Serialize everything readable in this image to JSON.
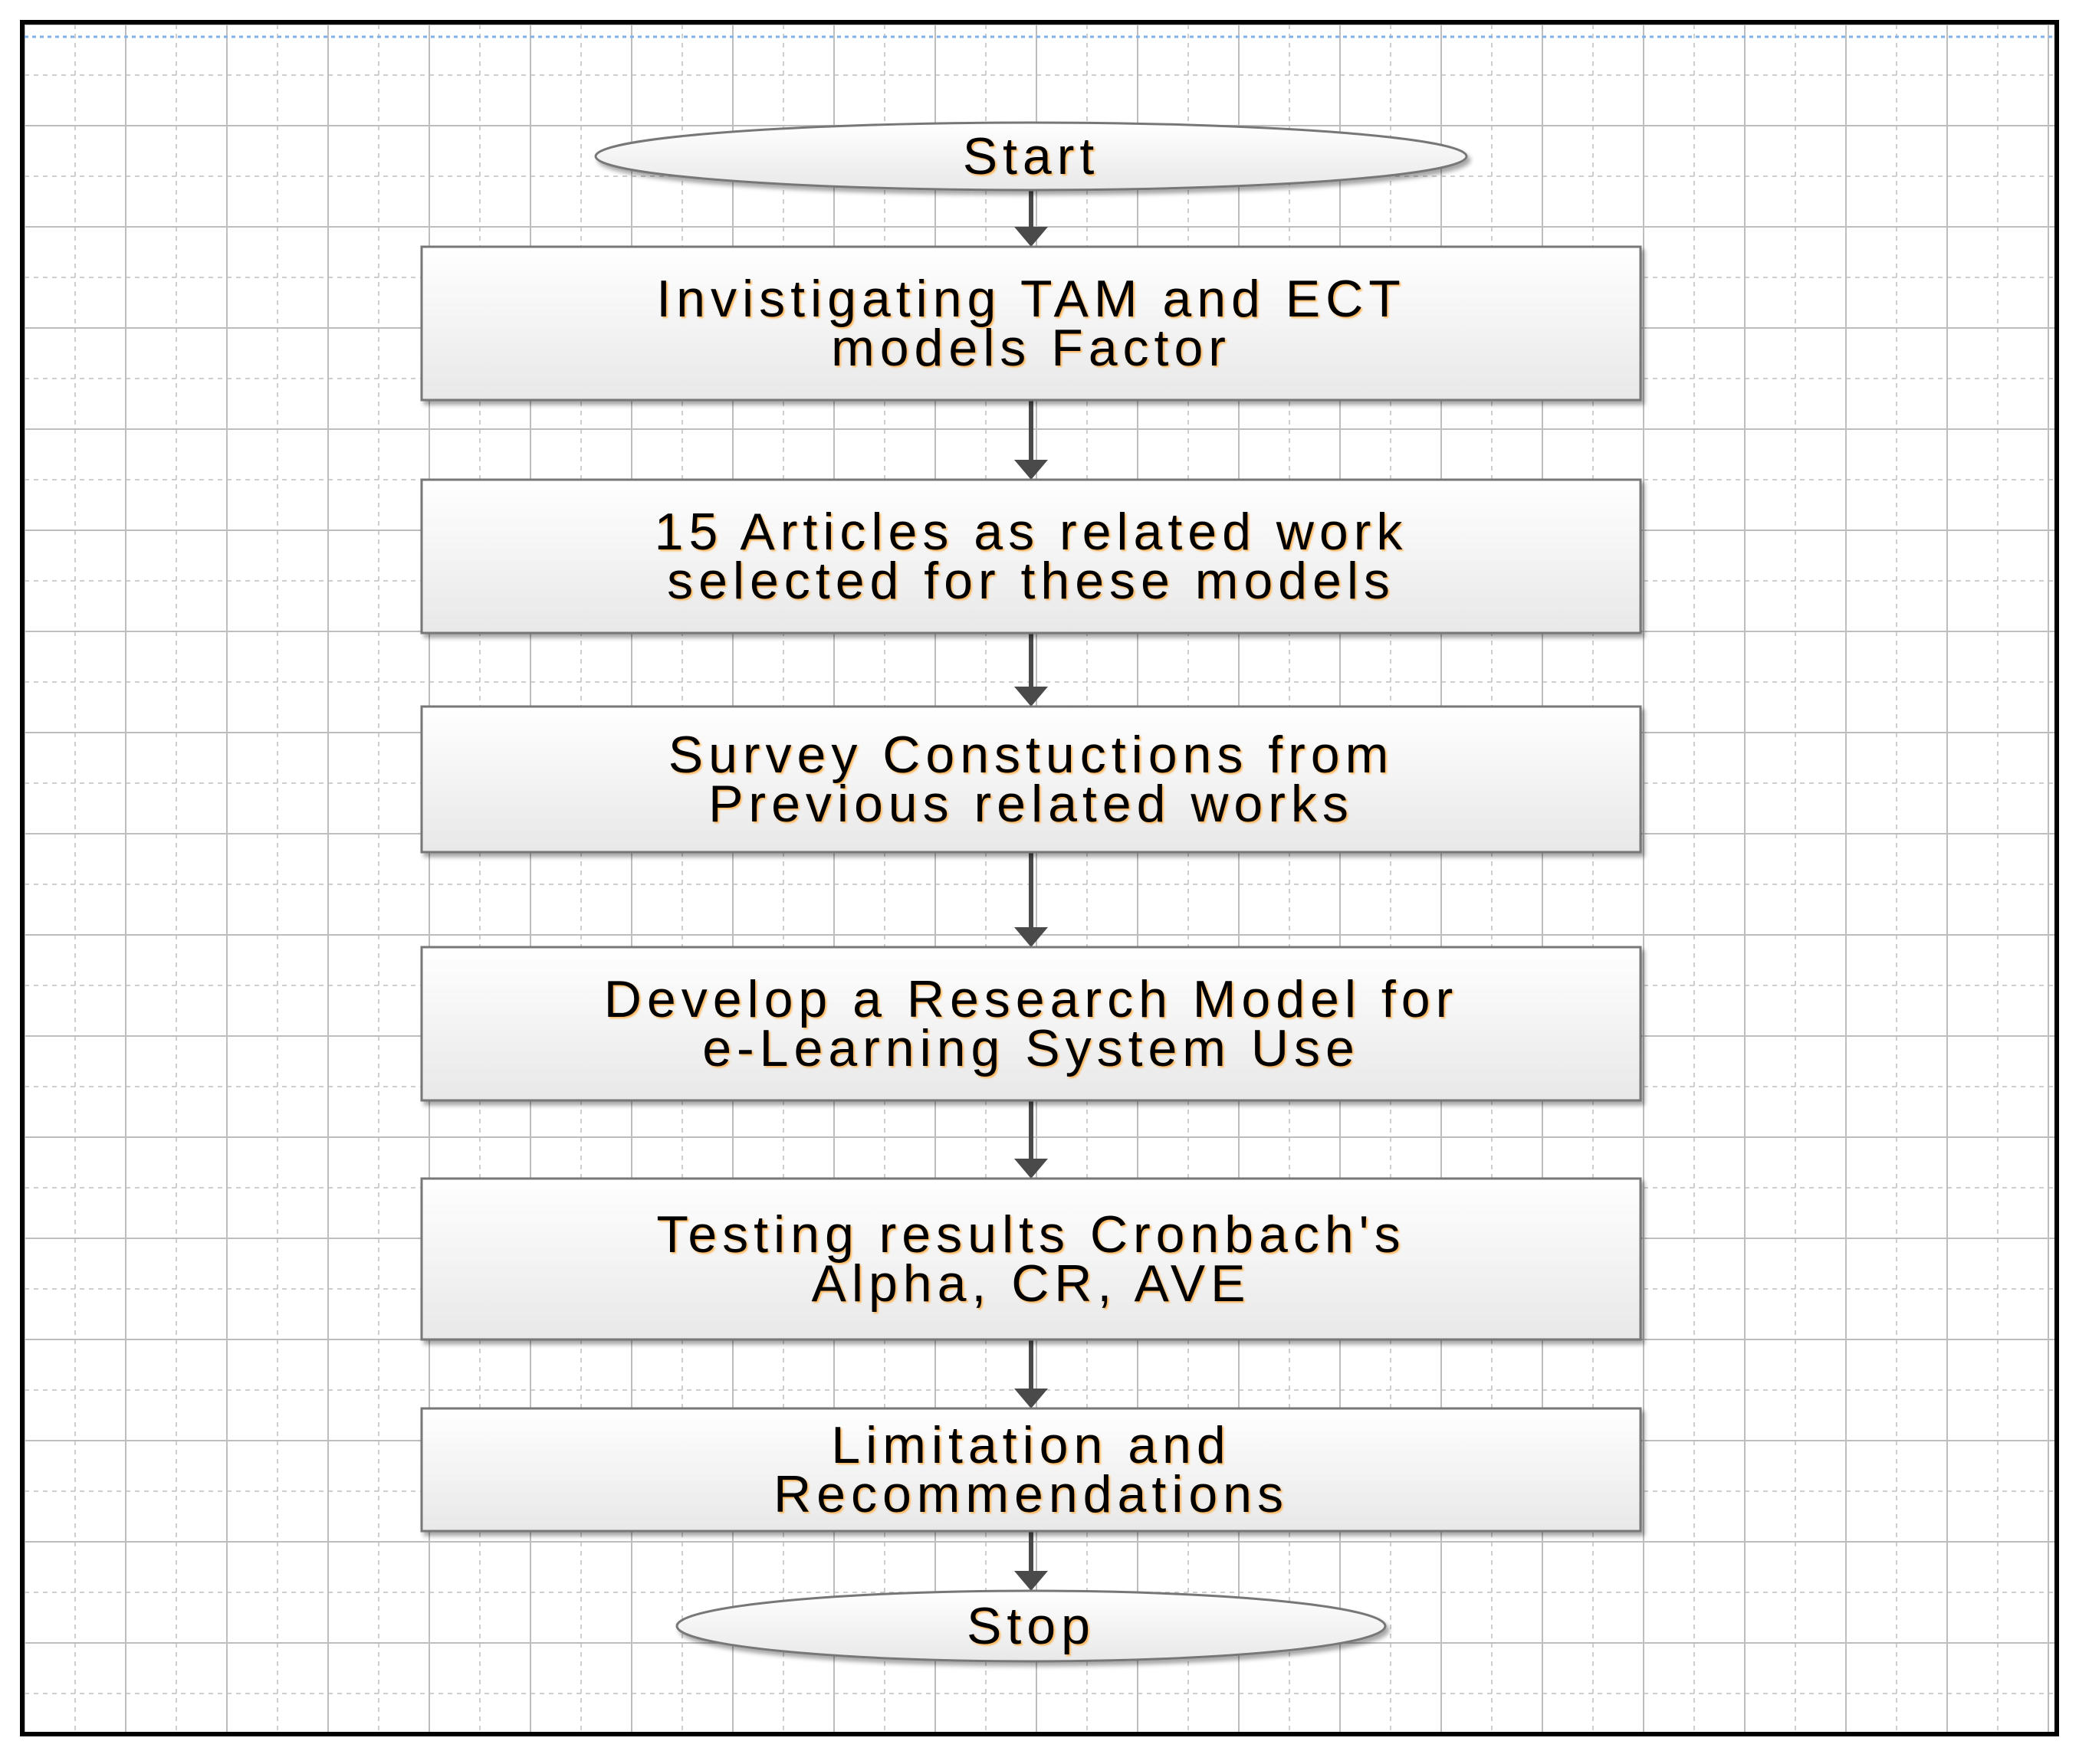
{
  "colors": {
    "page_background": "#ffffff",
    "frame_border": "#000000",
    "grid_line": "#bdbdbd",
    "top_line": "#7fb2e5",
    "box_fill_top": "#ffffff",
    "box_fill_bottom": "#e8e8e8",
    "box_border": "#777777",
    "connector": "#4a4a4a",
    "text": "#000000",
    "text_glow": "#ffaa3c"
  },
  "flowchart": {
    "start": {
      "label": "Start",
      "shape": "ellipse"
    },
    "steps": [
      {
        "label": "Invistigating TAM and ECT\nmodels Factor",
        "shape": "rectangle"
      },
      {
        "label": "15 Articles as related work\nselected for these models",
        "shape": "rectangle"
      },
      {
        "label": "Survey Constuctions from\nPrevious related works",
        "shape": "rectangle"
      },
      {
        "label": "Develop a Research Model for\ne-Learning System Use",
        "shape": "rectangle"
      },
      {
        "label": "Testing results Cronbach's\nAlpha, CR, AVE",
        "shape": "rectangle"
      },
      {
        "label": "Limitation and\nRecommendations",
        "shape": "rectangle"
      }
    ],
    "end": {
      "label": "Stop",
      "shape": "ellipse"
    }
  }
}
